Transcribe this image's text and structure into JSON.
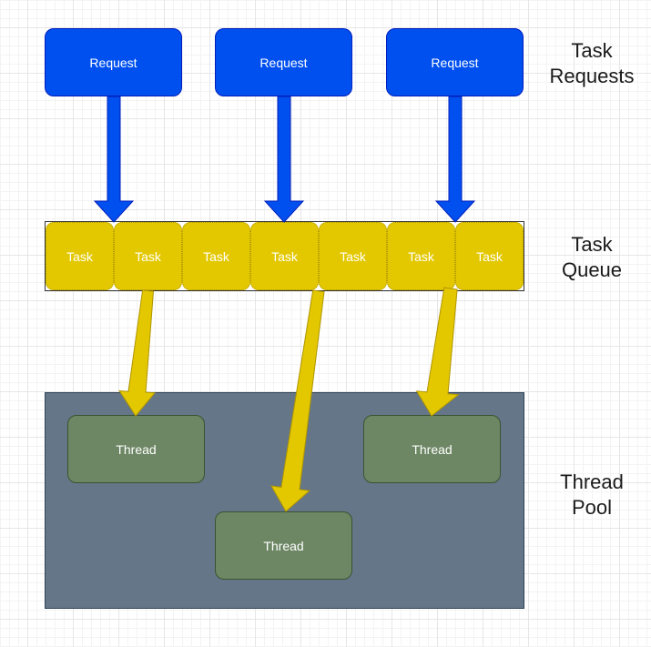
{
  "requests": [
    "Request",
    "Request",
    "Request"
  ],
  "tasks": [
    "Task",
    "Task",
    "Task",
    "Task",
    "Task",
    "Task",
    "Task"
  ],
  "threads": [
    "Thread",
    "Thread",
    "Thread"
  ],
  "labels": {
    "requests_line1": "Task",
    "requests_line2": "Requests",
    "queue_line1": "Task",
    "queue_line2": "Queue",
    "pool_line1": "Thread",
    "pool_line2": "Pool"
  },
  "colors": {
    "request_fill": "#0050ef",
    "task_fill": "#e3c800",
    "pool_fill": "#647687",
    "thread_fill": "#6d8764",
    "arrow_blue": "#0050ef",
    "arrow_yellow": "#e3c800"
  }
}
